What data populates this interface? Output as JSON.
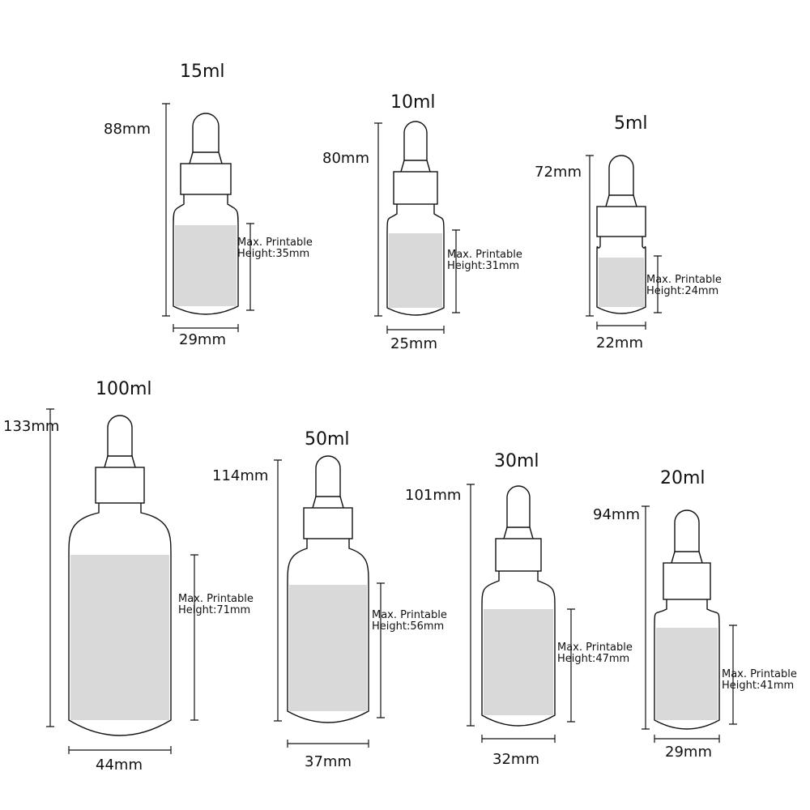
{
  "colors": {
    "line": "#111111",
    "printable_area": "#d9d9d9",
    "background": "#ffffff"
  },
  "printable_label_line1": "Max. Printable",
  "bottles": [
    {
      "capacity": "15ml",
      "height": "88mm",
      "width": "29mm",
      "printable": "Height:35mm"
    },
    {
      "capacity": "10ml",
      "height": "80mm",
      "width": "25mm",
      "printable": "Height:31mm"
    },
    {
      "capacity": "5ml",
      "height": "72mm",
      "width": "22mm",
      "printable": "Height:24mm"
    },
    {
      "capacity": "100ml",
      "height": "133mm",
      "width": "44mm",
      "printable": "Height:71mm"
    },
    {
      "capacity": "50ml",
      "height": "114mm",
      "width": "37mm",
      "printable": "Height:56mm"
    },
    {
      "capacity": "30ml",
      "height": "101mm",
      "width": "32mm",
      "printable": "Height:47mm"
    },
    {
      "capacity": "20ml",
      "height": "94mm",
      "width": "29mm",
      "printable": "Height:41mm"
    }
  ]
}
